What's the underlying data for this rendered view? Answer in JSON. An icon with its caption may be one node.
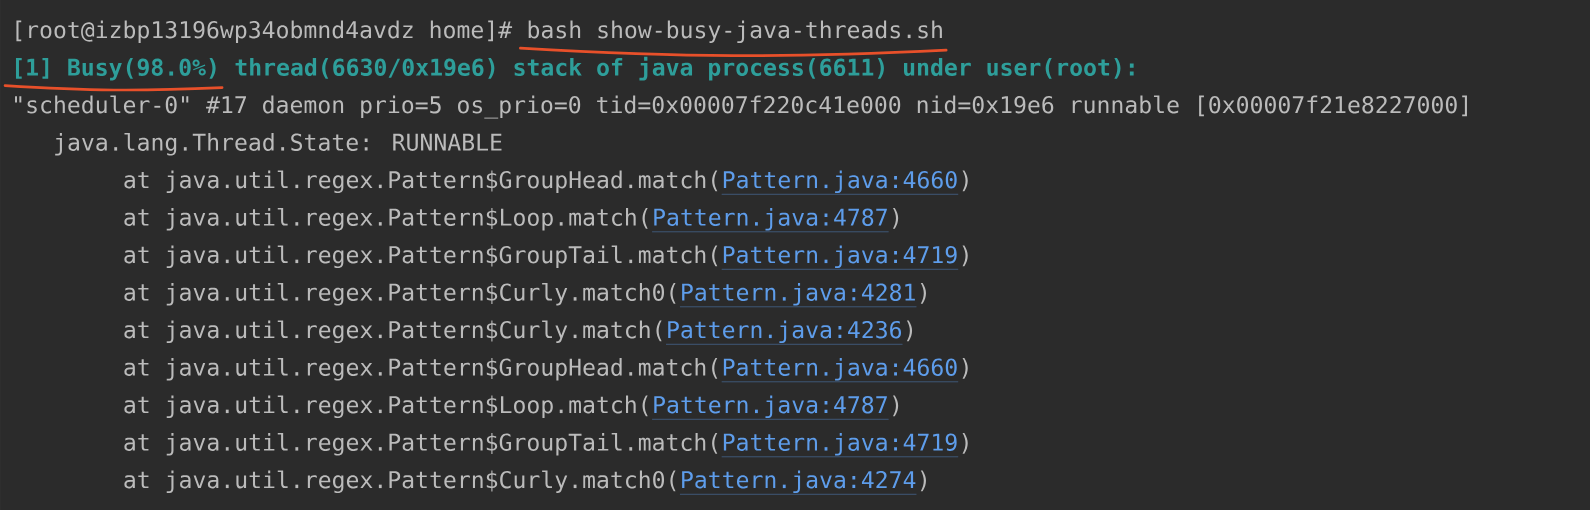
{
  "diagram": {
    "labels": [
      "[root@izbp13196wp34obmnd4avdz home]#",
      "bash show-busy-java-threads.sh",
      "[1] Busy(98.0%)",
      "thread(6630/0x19e6) stack of java process(6611) under user(root):",
      "\"scheduler-0\" #17 daemon prio=5 os_prio=0 tid=0x00007f220c41e000 nid=0x19e6 runnable [0x00007f21e8227000]",
      "java.lang.Thread.State: RUNNABLE",
      "at java.util.regex.Pattern$GroupHead.match(",
      "Pattern.java:4660",
      ")",
      "at java.util.regex.Pattern$Loop.match(",
      "Pattern.java:4787",
      ")",
      "at java.util.regex.Pattern$GroupTail.match(",
      "Pattern.java:4719",
      ")",
      "at java.util.regex.Pattern$Curly.match0(",
      "Pattern.java:4281",
      ")",
      "at java.util.regex.Pattern$Curly.match(",
      "Pattern.java:4236",
      ")",
      "at java.util.regex.Pattern$GroupHead.match(",
      "Pattern.java:4660",
      ")",
      "at java.util.regex.Pattern$Loop.match(",
      "Pattern.java:4787",
      ")",
      "at java.util.regex.Pattern$GroupTail.match(",
      "Pattern.java:4719",
      ")",
      "at java.util.regex.Pattern$Curly.match0(",
      "Pattern.java:4274",
      ")"
    ]
  }
}
